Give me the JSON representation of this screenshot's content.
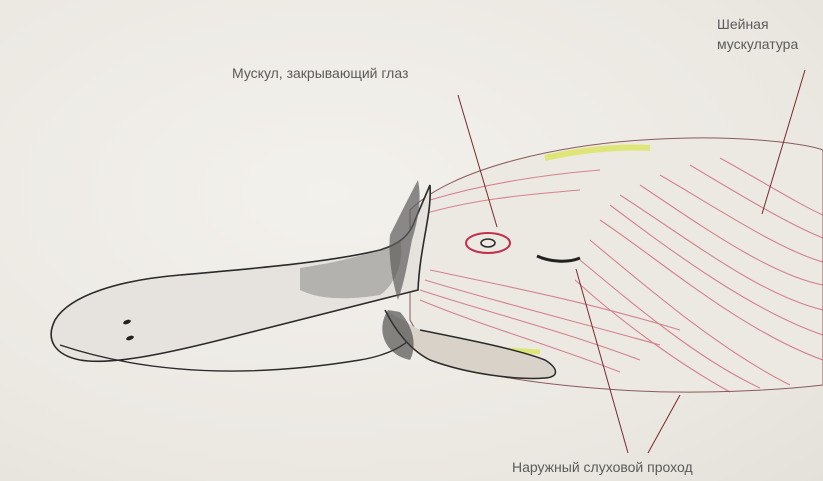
{
  "labels": {
    "eye_muscle": "Мускул, закрывающий глаз",
    "neck_line1": "Шейная",
    "neck_line2": "мускулатура",
    "ear_canal": "Наружный слуховой проход"
  },
  "colors": {
    "label_text": "#5a5a5a",
    "leader_line": "#7a2a2a",
    "muscle": "#c0304a",
    "bill": "#2a2a2a",
    "highlight": "#d9e64a"
  }
}
